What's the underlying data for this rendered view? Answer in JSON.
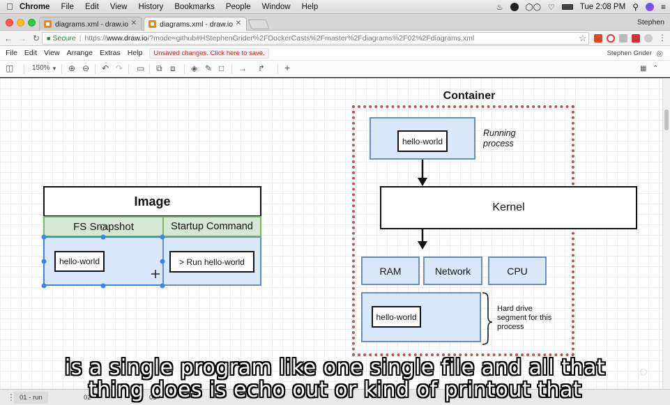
{
  "mac_menubar": {
    "app": "Chrome",
    "items": [
      "File",
      "Edit",
      "View",
      "History",
      "Bookmarks",
      "People",
      "Window",
      "Help"
    ],
    "clock": "Tue 2:08 PM"
  },
  "browser": {
    "tabs": [
      {
        "title": "diagrams.xml - draw.io",
        "active": false
      },
      {
        "title": "diagrams.xml - draw.io",
        "active": true
      }
    ],
    "profile_name": "Stephen",
    "secure_label": "Secure",
    "url_scheme": "https://",
    "url_host": "www.draw.io",
    "url_path": "/?mode=github#HStephenGrider%2FDockerCasts%2Fmaster%2Fdiagrams%2F02%2Fdiagrams.xml"
  },
  "drawio": {
    "menu": [
      "File",
      "Edit",
      "View",
      "Arrange",
      "Extras",
      "Help"
    ],
    "unsaved_notice": "Unsaved changes. Click here to save.",
    "account": "Stephen Grider",
    "zoom": "150%"
  },
  "diagram": {
    "image": {
      "title": "Image",
      "fs_header": "FS Snapshot",
      "startup_header": "Startup Command",
      "fs_item": "hello-world",
      "startup_item": "> Run hello-world"
    },
    "container": {
      "title": "Container",
      "process_item": "hello-world",
      "process_label": "Running process",
      "kernel": "Kernel",
      "resources": [
        "RAM",
        "Network",
        "CPU"
      ],
      "disk_item": "hello-world",
      "disk_label": "Hard drive segment for this process"
    }
  },
  "pages": [
    "01 - run",
    "02 -",
    "03"
  ],
  "captions": {
    "line1": "is a single program like one single file and all that",
    "line2": "thing does is echo out or kind of printout that"
  },
  "colors": {
    "blue_fill": "#dae8fc",
    "blue_stroke": "#6c8ebf",
    "green_fill": "#d5e8d4",
    "green_stroke": "#82b366",
    "container_border": "#b85450",
    "selection": "#3a86e8"
  }
}
